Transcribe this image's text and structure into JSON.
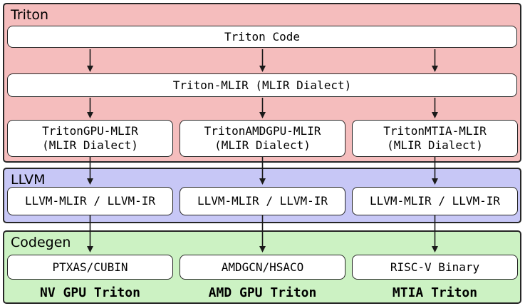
{
  "colors": {
    "triton_bg": "#f5bdbd",
    "llvm_bg": "#c7c7f6",
    "codegen_bg": "#ccf2c3",
    "box_bg": "#ffffff",
    "border": "#262626",
    "arrow": "#1a1a1a"
  },
  "sections": {
    "triton": {
      "label": "Triton",
      "nodes": {
        "code": "Triton Code",
        "mlir": "Triton-MLIR (MLIR Dialect)",
        "dialects": [
          {
            "line1": "TritonGPU-MLIR",
            "line2": "(MLIR Dialect)"
          },
          {
            "line1": "TritonAMDGPU-MLIR",
            "line2": "(MLIR Dialect)"
          },
          {
            "line1": "TritonMTIA-MLIR",
            "line2": "(MLIR Dialect)"
          }
        ]
      }
    },
    "llvm": {
      "label": "LLVM",
      "boxes": [
        "LLVM-MLIR / LLVM-IR",
        "LLVM-MLIR / LLVM-IR",
        "LLVM-MLIR / LLVM-IR"
      ]
    },
    "codegen": {
      "label": "Codegen",
      "boxes": [
        "PTXAS/CUBIN",
        "AMDGCN/HSACO",
        "RISC-V Binary"
      ],
      "captions": [
        "NV GPU Triton",
        "AMD GPU Triton",
        "MTIA Triton"
      ]
    }
  }
}
